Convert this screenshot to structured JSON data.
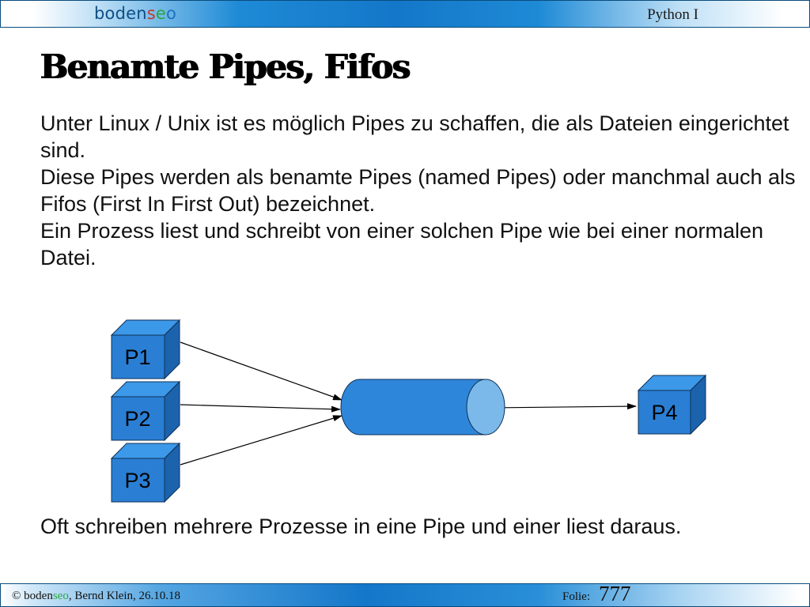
{
  "header": {
    "logo_prefix": "boden",
    "logo_s": "s",
    "logo_e": "e",
    "logo_o": "o",
    "course": "Python I"
  },
  "slide": {
    "title": "Benamte Pipes, Fifos",
    "paragraphs": [
      "Unter Linux / Unix ist es möglich Pipes zu schaffen, die als Dateien eingerichtet sind.",
      "Diese Pipes werden als benamte Pipes (named Pipes) oder manchmal auch als Fifos (First In First Out) bezeichnet.",
      "Ein Prozess liest und schreibt von einer solchen Pipe wie bei einer normalen Datei."
    ],
    "bottom_text": "Oft schreiben mehrere Prozesse in eine Pipe und einer liest daraus."
  },
  "diagram": {
    "processes": [
      "P1",
      "P2",
      "P3",
      "P4"
    ],
    "colors": {
      "box_front": "#2a7fd4",
      "box_top": "#3c98e8",
      "box_side": "#1c63ad",
      "pipe_body": "#2e86da",
      "pipe_end": "#7ab9ea",
      "outline": "#0f2f55"
    }
  },
  "footer": {
    "copyright": "©",
    "brand_prefix": "boden",
    "brand_seo": "seo",
    "author_date": ", Bernd Klein, 26.10.18",
    "folie_label": "Folie:",
    "folie_number": "777"
  }
}
